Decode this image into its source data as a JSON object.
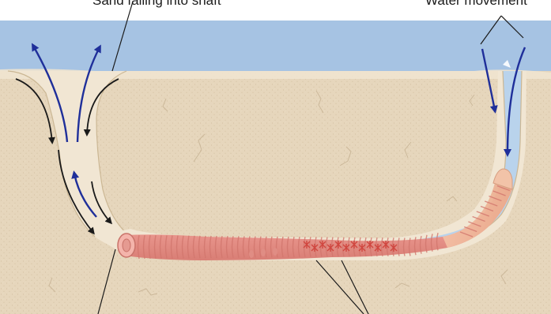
{
  "labels": {
    "sand_falling": "Sand falling into shaft",
    "water_movement": "Water movement"
  },
  "colors": {
    "water": "#a6c3e3",
    "sediment": "#e6d6bc",
    "burrow_wall": "#f1e6d3",
    "burrow_water": "#b9d3ec",
    "worm_body": "#f0a49c",
    "worm_stripe": "#d87b73",
    "gills": "#d9534f",
    "flow_arrow": "#1f2f9a",
    "sand_arrow": "#1a1a1a"
  },
  "icons": {
    "flow": "arrow-icon",
    "worm": "lugworm-illustration"
  }
}
